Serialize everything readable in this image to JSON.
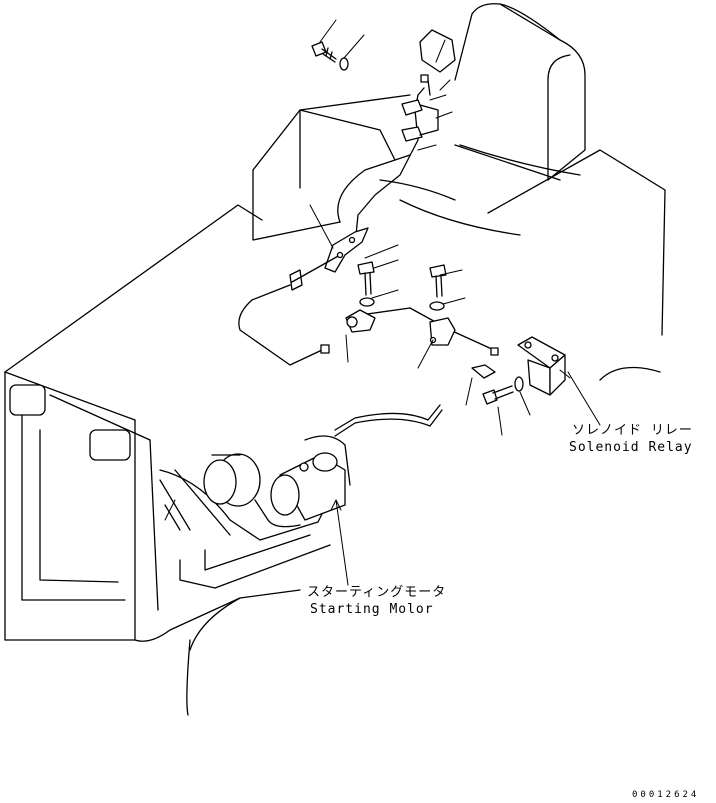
{
  "labels": {
    "solenoid_relay_jp": "ソレノイド リレー",
    "solenoid_relay_en": "Solenoid Relay",
    "starting_motor_jp": "スターティングモータ",
    "starting_motor_en": "Starting Molor"
  },
  "drawing_code": "00012624"
}
